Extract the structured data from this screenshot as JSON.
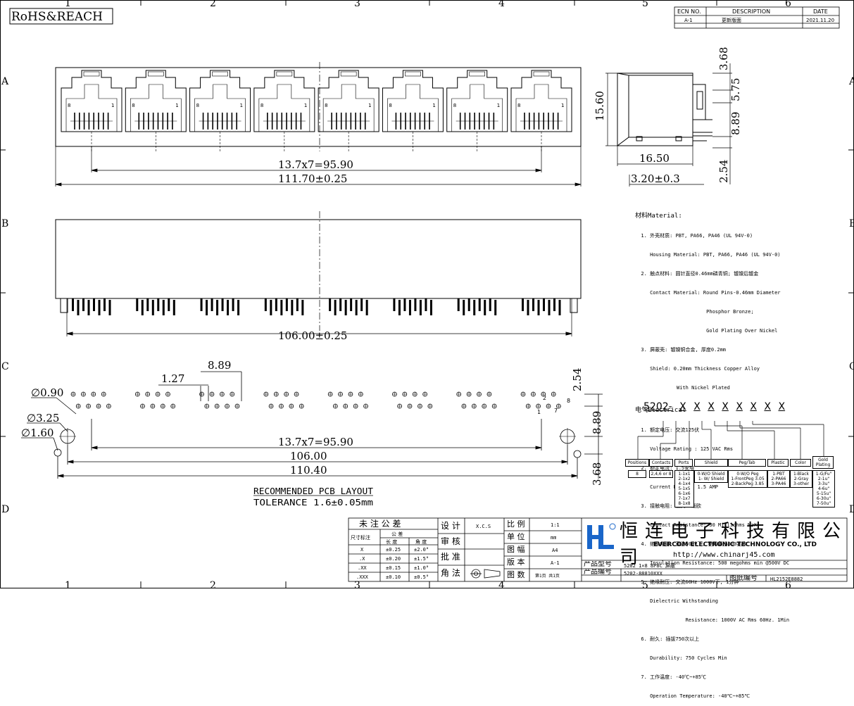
{
  "border": {
    "columns": [
      "1",
      "2",
      "3",
      "4",
      "5",
      "6"
    ],
    "rows": [
      "A",
      "B",
      "C",
      "D"
    ]
  },
  "header": {
    "rohs": "RoHS&REACH",
    "revision": {
      "col_ecn": "ECN NO.",
      "col_desc": "DESCRIPTION",
      "col_date": "DATE",
      "ecn": "A-1",
      "desc": "更新版面",
      "date": "2021.11.20"
    }
  },
  "front_view": {
    "pin_numbers": [
      "8",
      "1"
    ],
    "port_count": 8,
    "dim_pitch": "13.7x7=95.90",
    "dim_total": "111.70±0.25"
  },
  "side_view": {
    "dim_height": "15.60",
    "dim_top": "3.68",
    "dim_mid": "5.75",
    "dim_lower": "8.89",
    "dim_pin": "2.54",
    "dim_depth": "16.50",
    "dim_offset": "3.20±0.3"
  },
  "bottom_view": {
    "dim_width": "106.00±0.25"
  },
  "pcb_layout": {
    "dim_hole_small": "∅0.90",
    "dim_hole_big": "∅3.25",
    "dim_hole_mid": "∅1.60",
    "dim_pitch_127": "1.27",
    "dim_pitch_889": "8.89",
    "dim_right_254": "2.54",
    "dim_right_889": "8.89",
    "dim_right_368": "3.68",
    "dim_pitch": "13.7x7=95.90",
    "dim_106": "106.00",
    "dim_110": "110.40",
    "pin_labels": [
      "2",
      "8",
      "1",
      "7"
    ],
    "title": "RECOMMENDED PCB LAYOUT",
    "tolerance": "TOLERANCE 1.6±0.05mm"
  },
  "notes": {
    "material_title": "材料Material:",
    "material_lines": [
      "  1. 外壳材质: PBT, PA66, PA46 (UL 94V-0)",
      "     Housing Material: PBT, PA66, PA46 (UL 94V-0)",
      "  2. 触点材料: 圆针直径0.46mm磷青铜; 镀镍后镀金",
      "     Contact Material: Round Pins-0.46mm Diameter",
      "                        Phosphor Bronze;",
      "                        Gold Plating Over Nickel",
      "  3. 屏蔽壳: 镀镍铜合金, 厚度0.2mm",
      "     Shield: 0.20mm Thickness Copper Alloy",
      "              With Nickel Plated"
    ],
    "electrical_title": "电气Electrical",
    "electrical_lines": [
      "  1. 额定电压: 交流125伏",
      "     Voltage Rating : 125 VAC Rms",
      "  2. 额定电流: 1.5安培",
      "     Current Rating: 1.5 AMP",
      "  3. 接触电阻: 最大30毫欧",
      "     Contact Resistance: 30 Milliohms MaX",
      "  4. 绝缘电阻: 直流500V下, 绝缘最小500兆欧",
      "     Insulation Resistance: 500 megohms min @500V DC",
      "  5. 绝缘耐压: 交流60Hz 1000V下, 1分钟",
      "     Dielectric Withstanding",
      "                 Resistance: 1000V AC Rms 60Hz. 1Min",
      "  6. 耐久: 插拔750次以上",
      "     Durability: 750 Cycles Min",
      "  7. 工作温度: -40℃~+85℃",
      "     Operation Temperature: -40℃~+85℃"
    ]
  },
  "part_number": {
    "prefix": "5202-",
    "slots": [
      "X",
      "X",
      "X",
      "X",
      "X",
      "X",
      "X",
      "X"
    ],
    "positions_label": "Positions",
    "positions_value": "8",
    "contacts_label": "Contacts",
    "contacts_value": "2,4,6 or 8",
    "ports_label": "Ports",
    "ports_value": [
      "1-1x1",
      "2-1x2",
      "4-1x4",
      "5-1x5",
      "6-1x6",
      "7-1x7",
      "8-1x8"
    ],
    "shield_label": "Shield",
    "shield_value": [
      "0-W/O Shield",
      "1- W/ Shield"
    ],
    "peg_label": "Peg/Tab",
    "peg_value": [
      "0-W/O  Peg",
      "1-FrontPeg 3.05",
      "2-BackPeg 3.85"
    ],
    "plastic_label": "Plastic",
    "plastic_value": [
      "1-PBT",
      "2-PA66",
      "3-PA46"
    ],
    "color_label": "Color",
    "color_value": [
      "1-Black",
      "2-Gray",
      "3-other"
    ],
    "gold_label": "Gold Plating",
    "gold_value": [
      "1-G/Fu\"",
      "2-1u\"",
      "3-3u\"",
      "4-6u\"",
      "5-15u\"",
      "6-30u\"",
      "7-50u\""
    ]
  },
  "title_block": {
    "tol_title": "未 注 公 差",
    "tol_dim": "尺寸标注",
    "tol_gong": "公    差",
    "tol_len": "长 度",
    "tol_ang": "角 度",
    "tol_rows": [
      [
        "X",
        "±0.25",
        "±2.0°"
      ],
      [
        ".X",
        "±0.20",
        "±1.5°"
      ],
      [
        ".XX",
        "±0.15",
        "±1.0°"
      ],
      [
        ".XXX",
        "±0.10",
        "±0.5°"
      ]
    ],
    "design_label": "设 计",
    "design_value": "X.C.S",
    "review_label": "审 核",
    "approve_label": "批 准",
    "angle_label": "角 法",
    "scale_label": "比 例",
    "scale_value": "1:1",
    "unit_label": "单 位",
    "unit_value": "mm",
    "size_label": "图 幅",
    "size_value": "A4",
    "version_label": "版 本",
    "version_value": "A-1",
    "sheets_label": "图 数",
    "sheets_value": "第1页 共1页",
    "company_cn": "恒连电子科技有限公司",
    "company_en": "EVERCOM ELECTRONIC TECHNOLOGY CO., LTD",
    "website": "http://www.chinarj45.com",
    "model_label": "产品型号",
    "model_value": "5202 1×8 8P8C 屏蔽",
    "code_label": "产品编号",
    "code_value": "5202-88810XXX",
    "drawing_label": "图纸编号",
    "drawing_value": "HL2152E8882"
  }
}
